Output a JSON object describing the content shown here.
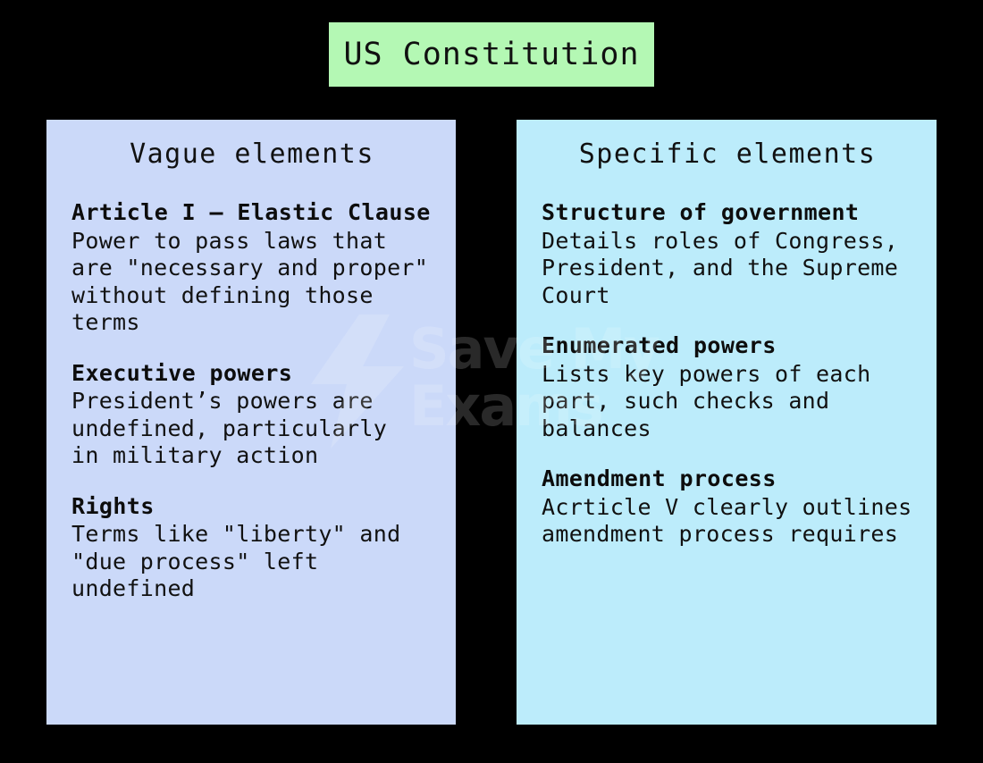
{
  "title": {
    "label": "US Constitution",
    "background_color": "#b4f8b4"
  },
  "watermark": {
    "line1": "Save My",
    "line2": "Exams",
    "icon": "lightning-bolt-icon"
  },
  "panels": [
    {
      "id": "vague",
      "title": "Vague elements",
      "background_color": "#cbd9f9",
      "sections": [
        {
          "heading": "Article I – Elastic Clause",
          "body": "Power to pass laws that\nare \"necessary and proper\"\nwithout defining those\nterms"
        },
        {
          "heading": "Executive powers",
          "body": "President’s powers are\nundefined, particularly\nin military action"
        },
        {
          "heading": "Rights",
          "body": "Terms like \"liberty\" and\n\"due process\" left\nundefined"
        }
      ]
    },
    {
      "id": "specific",
      "title": "Specific elements",
      "background_color": "#bcecfb",
      "sections": [
        {
          "heading": "Structure of government",
          "body": "Details roles of Congress,\nPresident, and the Supreme\nCourt"
        },
        {
          "heading": "Enumerated powers",
          "body": "Lists key powers of each\npart, such checks and\nbalances"
        },
        {
          "heading": "Amendment process",
          "body": "Acrticle V clearly outlines\namendment process requires"
        }
      ]
    }
  ]
}
